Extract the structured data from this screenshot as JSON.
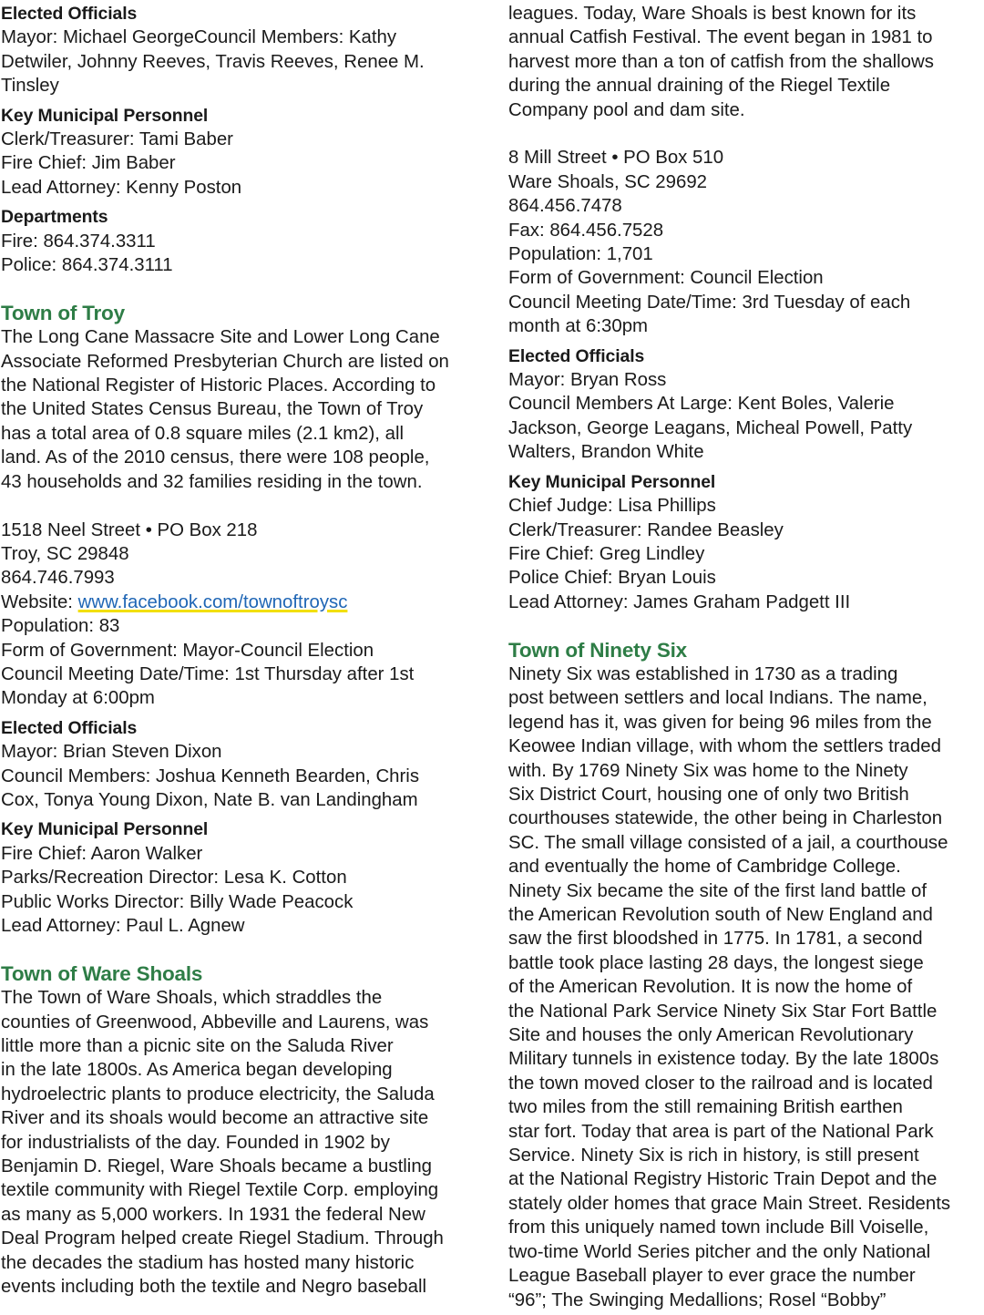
{
  "left_column": {
    "t1_elected": {
      "heading": "Elected Officials",
      "lines": [
        "Mayor: Michael GeorgeCouncil Members: Kathy",
        "Detwiler, Johnny Reeves, Travis Reeves, Renee M.",
        "Tinsley"
      ]
    },
    "t1_personnel": {
      "heading": "Key Municipal Personnel",
      "lines": [
        "Clerk/Treasurer: Tami Baber",
        "Fire Chief: Jim Baber",
        "Lead Attorney: Kenny Poston"
      ]
    },
    "t1_departments": {
      "heading": "Departments",
      "lines": [
        "Fire: 864.374.3311",
        "Police: 864.374.3111"
      ]
    },
    "troy": {
      "title": "Town of Troy",
      "description": [
        "The Long Cane Massacre Site and Lower Long Cane",
        "Associate Reformed Presbyterian Church are listed on",
        "the National Register of Historic Places. According to",
        "the United States Census Bureau, the Town of Troy",
        "has a total area of 0.8 square miles (2.1 km2), all",
        "land. As of the 2010 census, there were 108 people,",
        "43 households and 32 families residing in the town."
      ],
      "address_lines": [
        "1518 Neel Street • PO Box 218",
        "Troy, SC 29848",
        "864.746.7993"
      ],
      "website_label": "Website: ",
      "website_url": "www.facebook.com/townoftroysc",
      "info_lines": [
        "Population: 83",
        "Form of Government: Mayor-Council Election",
        "Council Meeting Date/Time: 1st Thursday after 1st",
        "Monday at 6:00pm"
      ],
      "elected_heading": "Elected Officials",
      "elected_lines": [
        "Mayor: Brian Steven Dixon",
        "Council Members: Joshua Kenneth Bearden, Chris",
        "Cox, Tonya Young Dixon, Nate B. van Landingham"
      ],
      "personnel_heading": "Key Municipal Personnel",
      "personnel_lines": [
        "Fire Chief: Aaron Walker",
        "Parks/Recreation Director: Lesa K. Cotton",
        "Public Works Director: Billy Wade Peacock",
        "Lead Attorney: Paul L. Agnew"
      ]
    },
    "ware_shoals": {
      "title": "Town of Ware Shoals",
      "description": [
        "The Town of Ware Shoals, which straddles the",
        "counties of Greenwood, Abbeville and Laurens, was",
        "little more than a picnic site on the Saluda River",
        "in the late 1800s. As America began developing",
        "hydroelectric plants to produce electricity, the Saluda",
        "River and its shoals would become an attractive site",
        "for industrialists of the day. Founded in 1902 by",
        "Benjamin D. Riegel, Ware Shoals became a bustling",
        "textile community with Riegel Textile Corp. employing",
        "as many as 5,000 workers. In 1931 the federal New",
        "Deal Program helped create Riegel Stadium. Through",
        "the decades the stadium has hosted many historic",
        "events including both the textile and Negro baseball"
      ]
    }
  },
  "right_column": {
    "ware_shoals_cont": {
      "description": [
        "leagues. Today, Ware Shoals is best known for its",
        "annual Catfish Festival. The event began in 1981 to",
        "harvest more than a ton of catfish from the shallows",
        "during the annual draining of the Riegel Textile",
        "Company pool and dam site."
      ],
      "address_lines": [
        "8 Mill Street • PO Box 510",
        "Ware Shoals, SC 29692",
        "864.456.7478",
        "Fax: 864.456.7528",
        "Population: 1,701",
        "Form of Government: Council Election",
        "Council Meeting Date/Time: 3rd Tuesday of each",
        "month at 6:30pm"
      ],
      "elected_heading": "Elected Officials",
      "elected_lines": [
        "Mayor: Bryan Ross",
        "Council Members At Large: Kent Boles, Valerie",
        "Jackson, George Leagans, Micheal Powell, Patty",
        "Walters, Brandon White"
      ],
      "personnel_heading": "Key Municipal Personnel",
      "personnel_lines": [
        "Chief Judge: Lisa Phillips",
        "Clerk/Treasurer: Randee Beasley",
        "Fire Chief: Greg Lindley",
        "Police Chief: Bryan Louis",
        "Lead Attorney: James Graham Padgett III"
      ]
    },
    "ninety_six": {
      "title": "Town of Ninety Six",
      "description": [
        "Ninety Six was established in 1730 as a trading",
        "post between settlers and local Indians. The name,",
        "legend has it, was given for being 96 miles from the",
        "Keowee Indian village, with whom the settlers traded",
        "with. By 1769 Ninety Six was home to the Ninety",
        "Six District Court, housing one of only two British",
        "courthouses statewide, the other being in Charleston",
        "SC. The small village consisted of a jail, a courthouse",
        "and eventually the home of Cambridge College.",
        "Ninety Six became the site of the first land battle of",
        "the American Revolution south of New England and",
        "saw the first bloodshed in 1775. In 1781, a second",
        "battle took place lasting 28 days, the longest siege",
        "of the American Revolution. It is now the home of",
        "the National Park Service Ninety Six Star Fort Battle",
        "Site and houses the only American Revolutionary",
        "Military tunnels in existence today. By the late 1800s",
        "the town moved closer to the railroad and is located",
        "two miles from the still remaining British earthen",
        "star fort. Today that area is part of the National Park",
        "Service. Ninety Six is rich in history, is still present",
        "at the National Registry Historic Train Depot and the",
        "stately older homes that grace Main Street. Residents",
        "from this uniquely named town include Bill Voiselle,",
        "two-time World Series pitcher and the only National",
        "League Baseball player to ever grace the number",
        "“96”; The Swinging Medallions; Rosel “Bobby”"
      ]
    }
  }
}
